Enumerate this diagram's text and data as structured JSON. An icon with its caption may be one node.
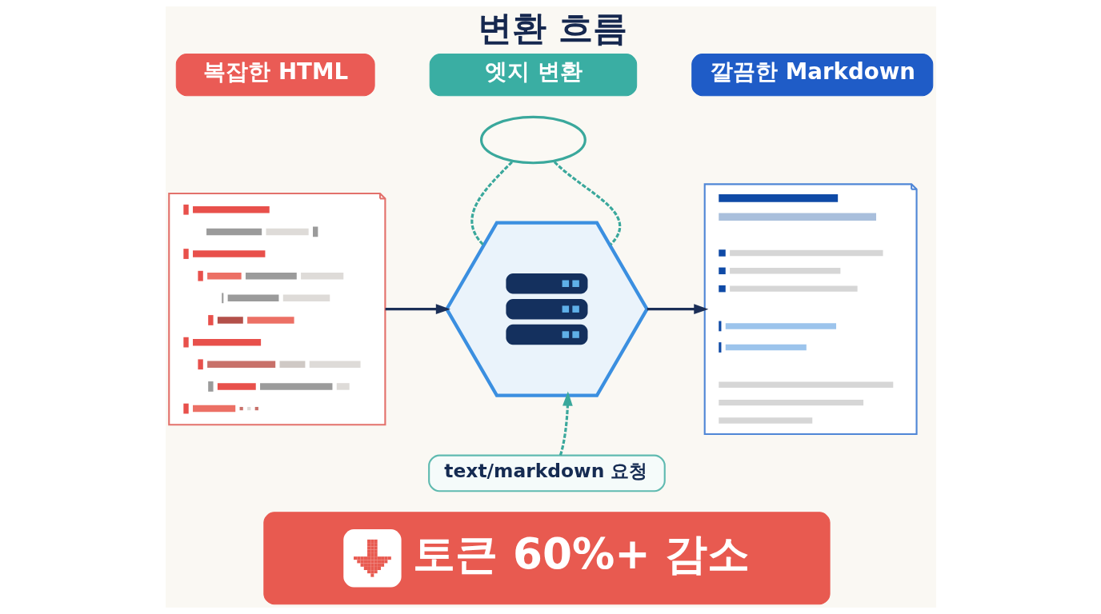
{
  "diagram": {
    "title": "변환 흐름",
    "nodes": [
      {
        "text": [
          "복잡한 HTML"
        ]
      },
      {
        "text": [],
        "shape": "picture"
      },
      {
        "text": [
          "엣지 변환"
        ]
      },
      {
        "text": [],
        "shape": "cloud"
      },
      {
        "text": [],
        "shape": "hexagon"
      },
      {
        "text": [
          "text/markdown 요청"
        ]
      },
      {
        "text": [
          "깔끔한 Markdown"
        ]
      },
      {
        "text": [],
        "shape": "picture"
      },
      {
        "text": [
          "토큰 60%+ 감소"
        ]
      }
    ],
    "edges": [
      {
        "from": 1,
        "to": 4,
        "arrow": "to",
        "color": "#1b2f57"
      },
      {
        "from": 3,
        "to": 4,
        "arrow": "none",
        "style": "dashed"
      },
      {
        "from": 3,
        "to": 4,
        "arrow": "none",
        "style": "dashed"
      },
      {
        "from": 5,
        "to": 4,
        "arrow": "to",
        "style": "dashed"
      },
      {
        "from": 4,
        "to": 7,
        "arrow": "to",
        "color": "#1b2f57"
      }
    ]
  }
}
